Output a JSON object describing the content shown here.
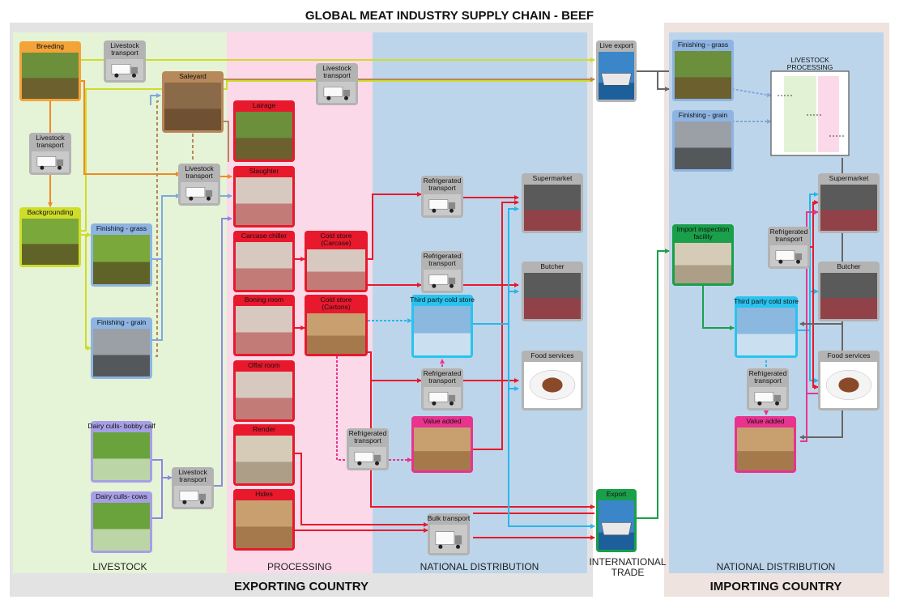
{
  "title": "GLOBAL MEAT INDUSTRY SUPPLY CHAIN - BEEF",
  "sections": {
    "livestock": "LIVESTOCK",
    "processing": "PROCESSING",
    "national_distribution_export": "NATIONAL DISTRIBUTION",
    "international_trade_line1": "INTERNATIONAL",
    "international_trade_line2": "TRADE",
    "national_distribution_import": "NATIONAL DISTRIBUTION"
  },
  "countries": {
    "exporting": "EXPORTING COUNTRY",
    "importing": "IMPORTING COUNTRY"
  },
  "nodes": {
    "breeding": "Breeding",
    "backgrounding": "Backgrounding",
    "lt_transport_1": [
      "Livestock",
      "transport"
    ],
    "lt_transport_2": [
      "Livestock",
      "transport"
    ],
    "lt_transport_3": [
      "Livestock",
      "transport"
    ],
    "lt_transport_4": [
      "Livestock",
      "transport"
    ],
    "lt_transport_5": [
      "Livestock",
      "transport"
    ],
    "saleyard": "Saleyard",
    "finishing_grass": "Finishing - grass",
    "finishing_grain": "Finishing - grain",
    "dairy_bobby": "Dairy culls- bobby calf",
    "dairy_cows": "Dairy culls- cows",
    "lairage": "Lairage",
    "slaughter": "Slaughter",
    "carcase_chiller": "Carcase chiller",
    "boning_room": "Boning room",
    "offal_room": "Offal room",
    "render": "Render",
    "hides": "Hides",
    "cold_carcase": [
      "Cold store",
      "(Carcase)"
    ],
    "cold_cartons": [
      "Cold store",
      "(Cartons)"
    ],
    "refrig_1": [
      "Refrigerated",
      "transport"
    ],
    "refrig_2": [
      "Refrigerated",
      "transport"
    ],
    "refrig_3": [
      "Refrigerated",
      "transport"
    ],
    "refrig_4": [
      "Refrigerated",
      "transport"
    ],
    "third_party": "Third party cold store",
    "value_added": "Value added",
    "bulk_transport": "Bulk transport",
    "supermarket": "Supermarket",
    "butcher": "Butcher",
    "food_services": "Food services",
    "live_export": "Live export",
    "export": "Export",
    "imp_finishing_grass": "Finishing - grass",
    "imp_finishing_grain": "Finishing - grain",
    "livestock_processing": [
      "LIVESTOCK",
      "PROCESSING"
    ],
    "import_inspection": [
      "Import inspection",
      "facility"
    ],
    "imp_refrig_1": [
      "Refrigerated",
      "transport"
    ],
    "imp_refrig_2": [
      "Refrigerated",
      "transport"
    ],
    "imp_third_party": "Third party cold store",
    "imp_value_added": "Value added",
    "imp_supermarket": "Supermarket",
    "imp_butcher": "Butcher",
    "imp_food_services": "Food services"
  },
  "colors": {
    "breeding": "#f4a339",
    "backgrounding": "#cfdc2a",
    "transport": "#b3b3b3",
    "saleyard": "#b7885a",
    "finishing": "#8db4e2",
    "dairy": "#a79fe6",
    "processing": "#e8192c",
    "third_party": "#29c3ef",
    "value_added": "#e8338f",
    "retail": "#b3b3b3",
    "trade": "#1aa04a",
    "livestock_bg": "#e5f3d6",
    "processing_bg": "#fbd9e8",
    "distribution_bg": "#bdd5ea",
    "import_frame": "#efe3df"
  }
}
